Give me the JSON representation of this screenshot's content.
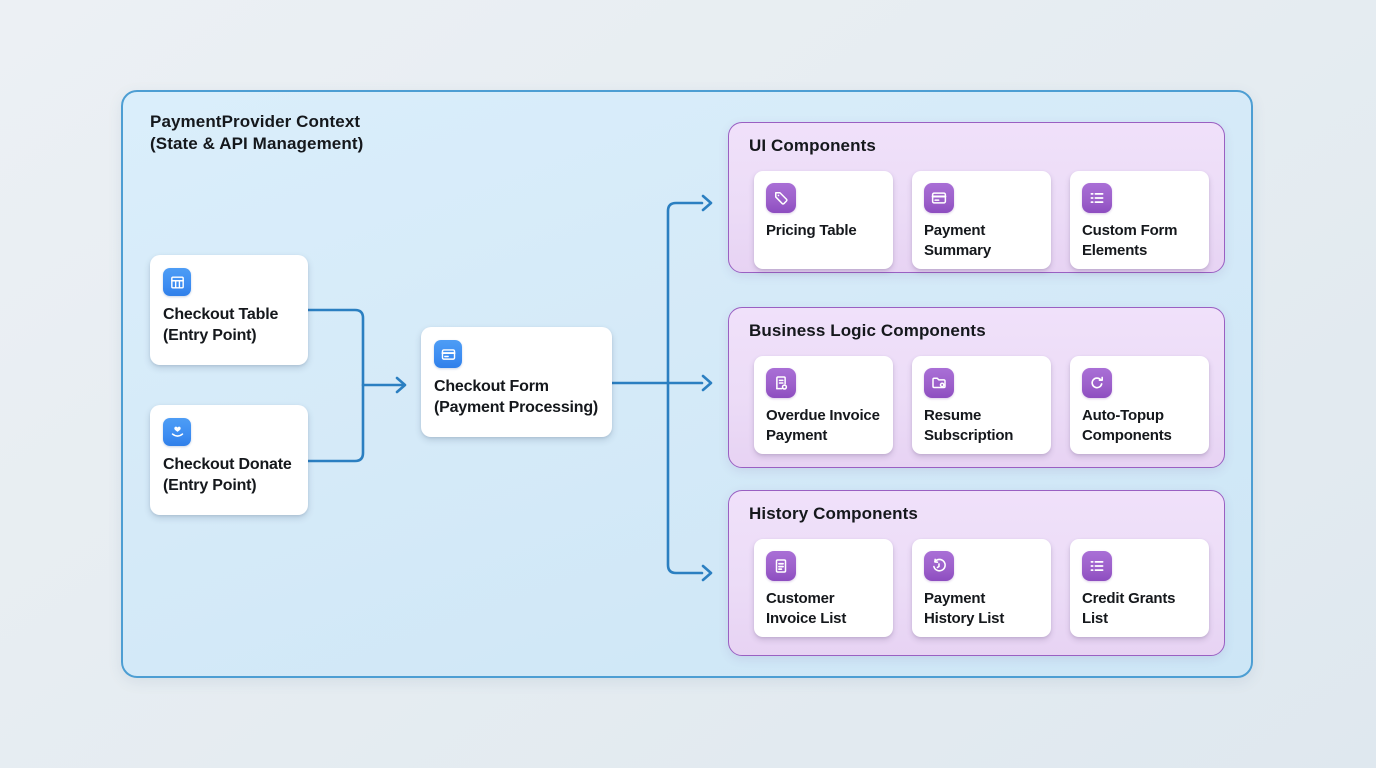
{
  "diagram": {
    "container": {
      "title_line1": "PaymentProvider Context",
      "title_line2": "(State & API Management)"
    },
    "entry_nodes": [
      {
        "icon": "table-icon",
        "line1": "Checkout Table",
        "line2": "(Entry Point)"
      },
      {
        "icon": "donate-hand-heart-icon",
        "line1": "Checkout Donate",
        "line2": "(Entry Point)"
      }
    ],
    "process_node": {
      "icon": "credit-card-icon",
      "line1": "Checkout Form",
      "line2": "(Payment Processing)"
    },
    "groups": [
      {
        "title": "UI Components",
        "cards": [
          {
            "icon": "price-tag-icon",
            "label": "Pricing Table"
          },
          {
            "icon": "credit-card-icon",
            "label": "Payment Summary"
          },
          {
            "icon": "bullet-list-icon",
            "label": "Custom Form Elements"
          }
        ]
      },
      {
        "title": "Business Logic Components",
        "cards": [
          {
            "icon": "invoice-document-icon",
            "label": "Overdue Invoice Payment"
          },
          {
            "icon": "folder-badge-icon",
            "label": "Resume Subscription"
          },
          {
            "icon": "refresh-arrow-icon",
            "label": "Auto-Topup Components"
          }
        ]
      },
      {
        "title": "History Components",
        "cards": [
          {
            "icon": "document-lines-icon",
            "label": "Customer Invoice List"
          },
          {
            "icon": "history-clock-icon",
            "label": "Payment History List"
          },
          {
            "icon": "bullet-list-icon",
            "label": "Credit Grants List"
          }
        ]
      }
    ],
    "colors": {
      "page_bg": "#e9edf2",
      "container_fill": "#d5eaf8",
      "container_border": "#4d9ed3",
      "arrow": "#2b7fc1",
      "blue_icon": "#3d8df2",
      "group_fill": "#ecdcf7",
      "group_border": "#9a60c2",
      "purple_icon": "#9c5fca",
      "card_bg": "#ffffff",
      "text": "#15181c"
    }
  }
}
